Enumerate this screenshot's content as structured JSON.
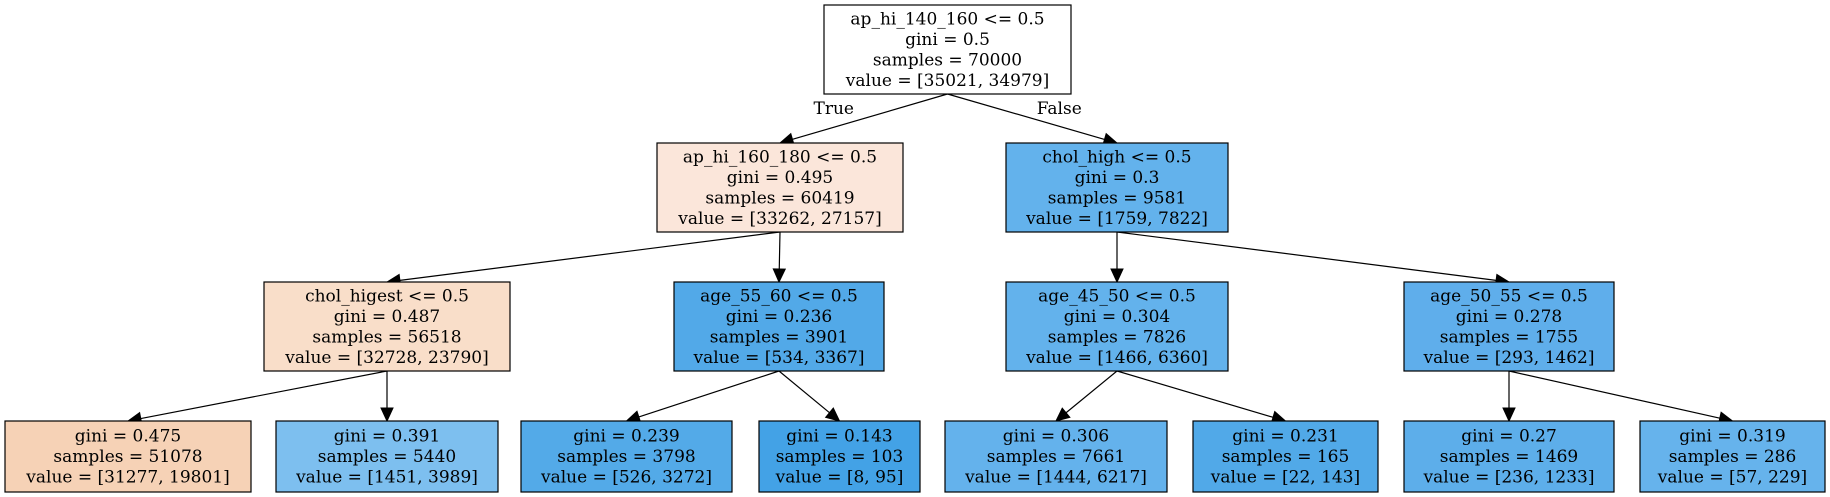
{
  "tree": {
    "nodes": [
      {
        "id": "root",
        "fill": "#ffffff",
        "lines": [
          "ap_hi_140_160 <= 0.5",
          "gini = 0.5",
          "samples = 70000",
          "value = [35021, 34979]"
        ]
      },
      {
        "id": "n1",
        "fill": "#fbe6da",
        "lines": [
          "ap_hi_160_180 <= 0.5",
          "gini = 0.495",
          "samples = 60419",
          "value = [33262, 27157]"
        ]
      },
      {
        "id": "n2",
        "fill": "#63b2ec",
        "lines": [
          "chol_high <= 0.5",
          "gini = 0.3",
          "samples = 9581",
          "value = [1759, 7822]"
        ]
      },
      {
        "id": "n3",
        "fill": "#f9dec9",
        "lines": [
          "chol_higest <= 0.5",
          "gini = 0.487",
          "samples = 56518",
          "value = [32728, 23790]"
        ]
      },
      {
        "id": "n4",
        "fill": "#52a9e8",
        "lines": [
          "age_55_60 <= 0.5",
          "gini = 0.236",
          "samples = 3901",
          "value = [534, 3367]"
        ]
      },
      {
        "id": "n5",
        "fill": "#63b2ec",
        "lines": [
          "age_45_50 <= 0.5",
          "gini = 0.304",
          "samples = 7826",
          "value = [1466, 6360]"
        ]
      },
      {
        "id": "n6",
        "fill": "#5faeeb",
        "lines": [
          "age_50_55 <= 0.5",
          "gini = 0.278",
          "samples = 1755",
          "value = [293, 1462]"
        ]
      },
      {
        "id": "n7",
        "fill": "#f6d2b6",
        "lines": [
          "gini = 0.475",
          "samples = 51078",
          "value = [31277, 19801]"
        ]
      },
      {
        "id": "n8",
        "fill": "#7dbfef",
        "lines": [
          "gini = 0.391",
          "samples = 5440",
          "value = [1451, 3989]"
        ]
      },
      {
        "id": "n9",
        "fill": "#53aae8",
        "lines": [
          "gini = 0.239",
          "samples = 3798",
          "value = [526, 3272]"
        ]
      },
      {
        "id": "n10",
        "fill": "#43a2e6",
        "lines": [
          "gini = 0.143",
          "samples = 103",
          "value = [8, 95]"
        ]
      },
      {
        "id": "n11",
        "fill": "#64b2ec",
        "lines": [
          "gini = 0.306",
          "samples = 7661",
          "value = [1444, 6217]"
        ]
      },
      {
        "id": "n12",
        "fill": "#51a9e8",
        "lines": [
          "gini = 0.231",
          "samples = 165",
          "value = [22, 143]"
        ]
      },
      {
        "id": "n13",
        "fill": "#5daeea",
        "lines": [
          "gini = 0.27",
          "samples = 1469",
          "value = [236, 1233]"
        ]
      },
      {
        "id": "n14",
        "fill": "#66b3ec",
        "lines": [
          "gini = 0.319",
          "samples = 286",
          "value = [57, 229]"
        ]
      }
    ],
    "edges": [
      {
        "from": "root",
        "to": "n1",
        "label": "True"
      },
      {
        "from": "root",
        "to": "n2",
        "label": "False"
      },
      {
        "from": "n1",
        "to": "n3",
        "label": ""
      },
      {
        "from": "n1",
        "to": "n4",
        "label": ""
      },
      {
        "from": "n2",
        "to": "n5",
        "label": ""
      },
      {
        "from": "n2",
        "to": "n6",
        "label": ""
      },
      {
        "from": "n3",
        "to": "n7",
        "label": ""
      },
      {
        "from": "n3",
        "to": "n8",
        "label": ""
      },
      {
        "from": "n4",
        "to": "n9",
        "label": ""
      },
      {
        "from": "n4",
        "to": "n10",
        "label": ""
      },
      {
        "from": "n5",
        "to": "n11",
        "label": ""
      },
      {
        "from": "n5",
        "to": "n12",
        "label": ""
      },
      {
        "from": "n6",
        "to": "n13",
        "label": ""
      },
      {
        "from": "n6",
        "to": "n14",
        "label": ""
      }
    ]
  }
}
